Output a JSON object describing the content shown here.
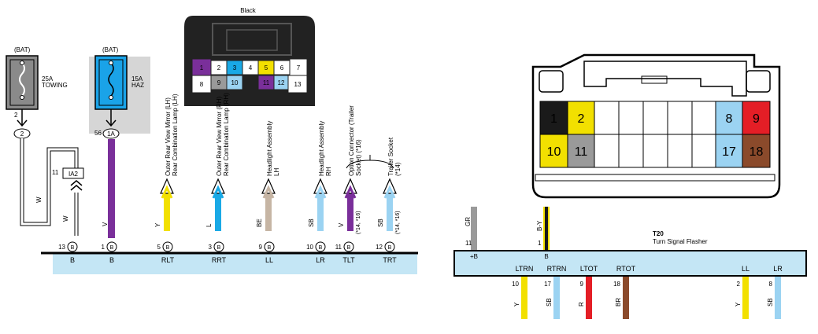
{
  "fuses": [
    {
      "source": "(BAT)",
      "rating": "25A",
      "name": "TOWING",
      "pin_top": "2",
      "pin_label": "2"
    },
    {
      "source": "(BAT)",
      "rating": "15A",
      "name": "HAZ",
      "pin_top": "56",
      "pin_label": "1A"
    }
  ],
  "junction": {
    "pin": "11",
    "label": "IA2"
  },
  "wire_colors": {
    "left_w1": "W",
    "left_w2": "W",
    "haz_v": "V"
  },
  "left_connector_small": {
    "title": "Black",
    "pins": [
      "1",
      "2",
      "3",
      "4",
      "5",
      "6",
      "7",
      "8",
      "9",
      "10",
      "11",
      "12",
      "13"
    ]
  },
  "load_arrows": [
    {
      "label": "Outer Rear View Mirror (LH) Rear Combination Lamp (LH)",
      "wire": "Y",
      "color": "#f2e000"
    },
    {
      "label": "Outer Rear View Mirror (RH) Rear Combination Lamp (RH)",
      "wire": "L",
      "color": "#19a9e6"
    },
    {
      "label": "Headlight Assembly LH",
      "wire": "BE",
      "color": "#c6b5a4"
    },
    {
      "label": "Headlight Assembly RH",
      "wire": "SB",
      "color": "#9bd3f2"
    },
    {
      "label": "Option Connector (Trailer Socket) (*16)",
      "wire": "V",
      "wire_note": "(*14, *16)",
      "color": "#7a2f9a"
    },
    {
      "label": "Trailer Socket (*14)",
      "wire": "SB",
      "wire_note": "(*14, *16)",
      "color": "#9bd3f2"
    }
  ],
  "left_bus": {
    "pins": [
      {
        "num": "13",
        "conn": "B",
        "name": "B"
      },
      {
        "num": "1",
        "conn": "B",
        "name": "B"
      },
      {
        "num": "5",
        "conn": "B",
        "name": "RLT"
      },
      {
        "num": "3",
        "conn": "B",
        "name": "RRT"
      },
      {
        "num": "9",
        "conn": "B",
        "name": "LL"
      },
      {
        "num": "10",
        "conn": "B",
        "name": "LR"
      },
      {
        "num": "11",
        "conn": "B",
        "name": "TLT"
      },
      {
        "num": "12",
        "conn": "B",
        "name": "TRT"
      }
    ]
  },
  "right_connector_big": {
    "pins_top": [
      "1",
      "2",
      "8",
      "9"
    ],
    "pins_bottom": [
      "10",
      "11",
      "17",
      "18"
    ]
  },
  "flasher": {
    "code": "T20",
    "name": "Turn Signal Flasher",
    "inputs": [
      {
        "wire": "GR",
        "num": "11",
        "term": "+B"
      },
      {
        "wire": "B-Y",
        "num": "1",
        "term": "B"
      }
    ],
    "outputs": [
      {
        "term": "LTRN",
        "num": "10",
        "wire": "Y"
      },
      {
        "term": "RTRN",
        "num": "17",
        "wire": "SB"
      },
      {
        "term": "LTOT",
        "num": "9",
        "wire": "R"
      },
      {
        "term": "RTOT",
        "num": "18",
        "wire": "BR"
      },
      {
        "term": "LL",
        "num": "2",
        "wire": "Y"
      },
      {
        "term": "LR",
        "num": "8",
        "wire": "SB"
      }
    ]
  },
  "colors": {
    "bus": "#c4e6f5",
    "purple": "#7a2f9a",
    "yellow": "#f2e000",
    "blue": "#19a9e6",
    "lightblue": "#9bd3f2",
    "beige": "#c6b5a4",
    "red": "#e41e26",
    "brown": "#8b4a2b",
    "gray": "#9a9a9a",
    "black": "#1a1a1a",
    "fusegray": "#8a8a8a",
    "fuseblue": "#1aa3e8"
  }
}
